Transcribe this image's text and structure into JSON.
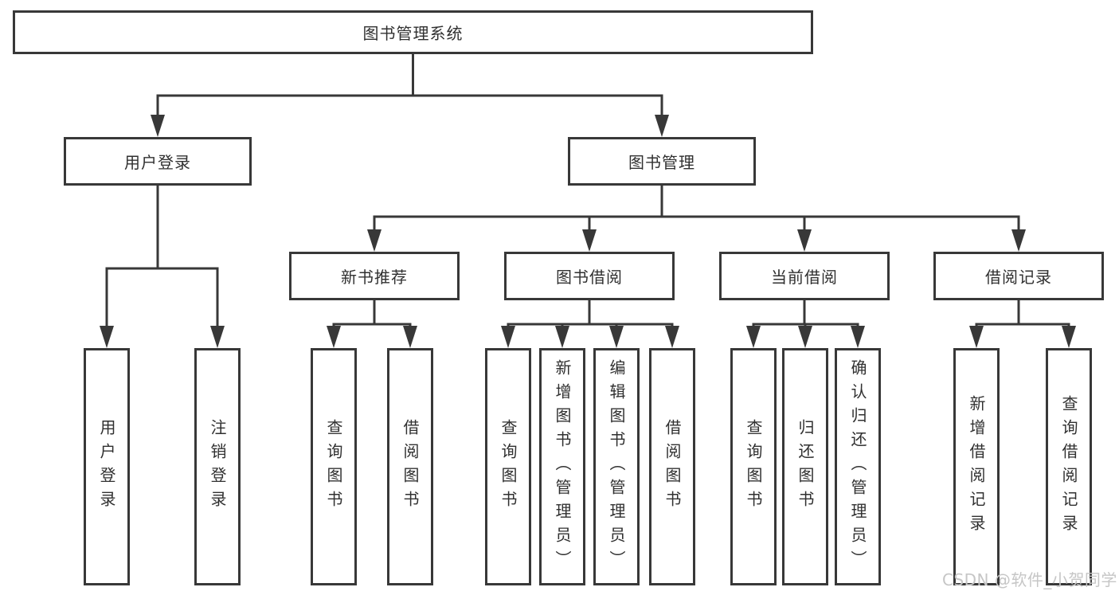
{
  "diagram": {
    "type": "hierarchy-tree",
    "orientation": "top-down",
    "colors": {
      "box_border": "#383838",
      "connector": "#383838",
      "text": "#303030",
      "background": "#ffffff",
      "watermark_text_color": "#c6c6c6"
    }
  },
  "tree": {
    "label": "图书管理系统",
    "children": [
      {
        "label": "用户登录",
        "children": [
          {
            "label": "用户登录"
          },
          {
            "label": "注销登录"
          }
        ]
      },
      {
        "label": "图书管理",
        "children": [
          {
            "label": "新书推荐",
            "children": [
              {
                "label": "查询图书"
              },
              {
                "label": "借阅图书"
              }
            ]
          },
          {
            "label": "图书借阅",
            "children": [
              {
                "label": "查询图书"
              },
              {
                "label": "新增图书（管理员）"
              },
              {
                "label": "编辑图书（管理员）"
              },
              {
                "label": "借阅图书"
              }
            ]
          },
          {
            "label": "当前借阅",
            "children": [
              {
                "label": "查询图书"
              },
              {
                "label": "归还图书"
              },
              {
                "label": "确认归还（管理员）"
              }
            ]
          },
          {
            "label": "借阅记录",
            "children": [
              {
                "label": "新增借阅记录"
              },
              {
                "label": "查询借阅记录"
              }
            ]
          }
        ]
      }
    ]
  },
  "watermark": {
    "text": "CSDN @软件_小贺同学"
  }
}
